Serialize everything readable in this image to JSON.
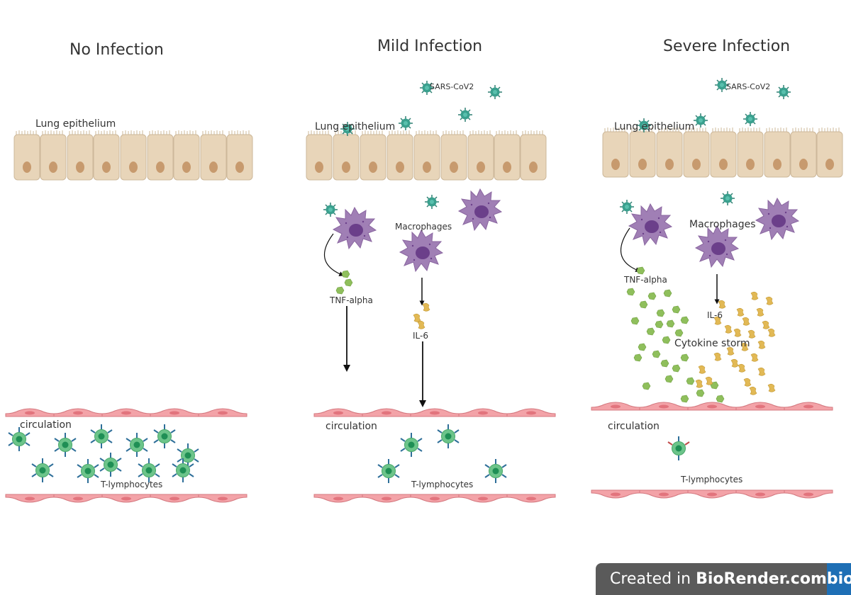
{
  "panels": [
    {
      "title": "No Infection",
      "epithelium_label": "Lung epithelium",
      "circulation_label": "circulation",
      "tcell_label": "T-lymphocytes"
    },
    {
      "title": "Mild Infection",
      "epithelium_label": "Lung epithelium",
      "virus_label": "SARS-CoV2",
      "macrophage_label": "Macrophages",
      "tnf_label": "TNF-alpha",
      "il6_label": "IL-6",
      "circulation_label": "circulation",
      "tcell_label": "T-lymphocytes"
    },
    {
      "title": "Severe Infection",
      "epithelium_label": "Lung epithelium",
      "virus_label": "SARS-CoV2",
      "macrophage_label": "Macrophages",
      "tnf_label": "TNF-alpha",
      "il6_label": "IL-6",
      "storm_label": "Cytokine storm",
      "circulation_label": "circulation",
      "tcell_label": "T-lymphocytes"
    }
  ],
  "footer": {
    "prefix": "Created in ",
    "brand": "BioRender.com",
    "logo": "bio"
  },
  "colors": {
    "epithelium_cell": "#e8d5b9",
    "epithelium_nucleus": "#c79a6e",
    "endothelium": "#f3a3a8",
    "macrophage": "#a07fb5",
    "macrophage_nucleus": "#6b3f8a",
    "virus": "#3aa08e",
    "tcell": "#6cc48a",
    "tnf": "#8fbf5c",
    "il6": "#e2b955",
    "footer_bg": "#5a5a5a",
    "logo_bg": "#1e6fb5"
  },
  "icons": [
    "sars-cov2-virus-icon",
    "macrophage-icon",
    "t-lymphocyte-icon",
    "epithelial-cell-icon",
    "endothelial-cell-icon",
    "tnf-alpha-icon",
    "il6-icon"
  ]
}
